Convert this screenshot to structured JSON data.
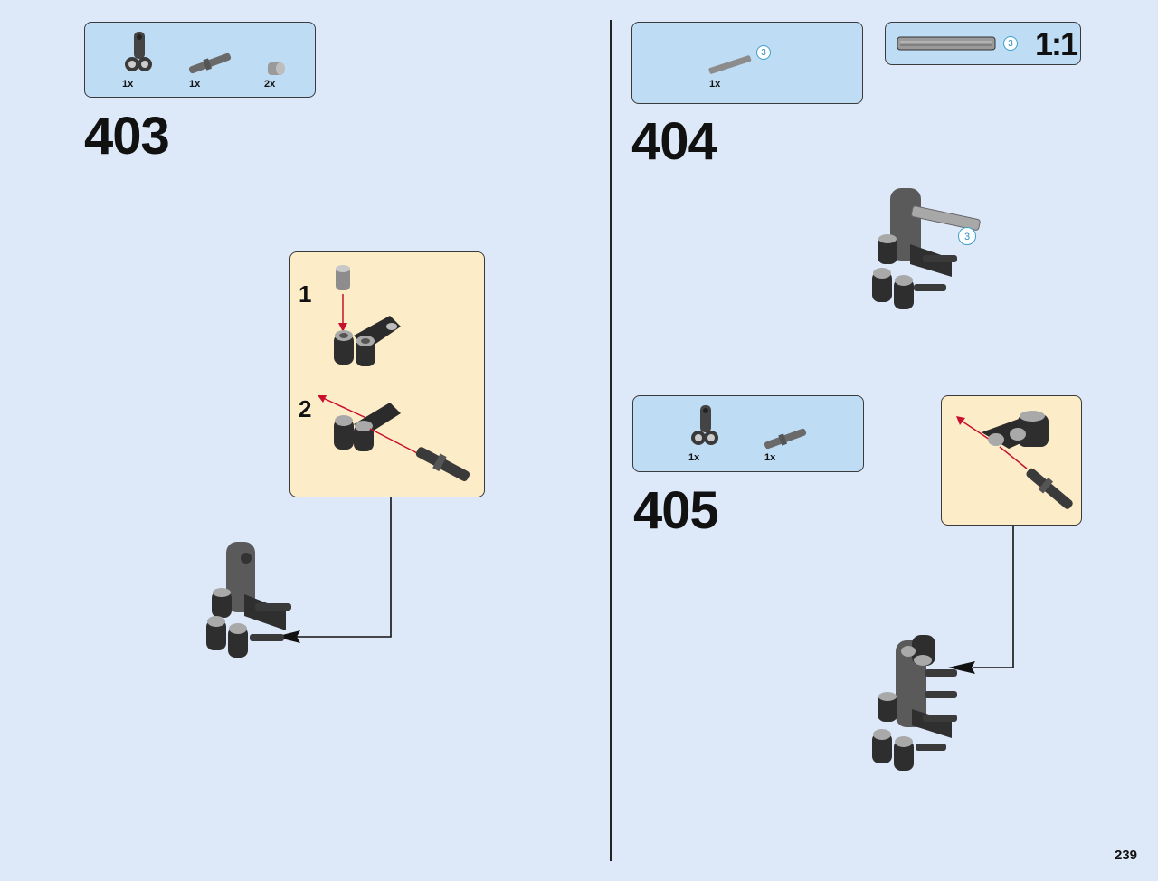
{
  "page_number": "239",
  "steps": {
    "s403": {
      "number": "403",
      "parts": [
        {
          "icon": "l-beam-part-icon",
          "qty": "1x"
        },
        {
          "icon": "axle-pin-part-icon",
          "qty": "1x"
        },
        {
          "icon": "bush-part-icon",
          "qty": "2x"
        }
      ],
      "substeps": [
        {
          "number": "1"
        },
        {
          "number": "2"
        }
      ]
    },
    "s404": {
      "number": "404",
      "parts": [
        {
          "icon": "axle-part-icon",
          "qty": "1x",
          "callout": "3"
        }
      ],
      "scale": {
        "callout": "3",
        "label": "1:1"
      },
      "model_callout": "3"
    },
    "s405": {
      "number": "405",
      "parts": [
        {
          "icon": "l-beam-part-icon",
          "qty": "1x"
        },
        {
          "icon": "axle-pin-part-icon",
          "qty": "1x"
        }
      ]
    }
  }
}
